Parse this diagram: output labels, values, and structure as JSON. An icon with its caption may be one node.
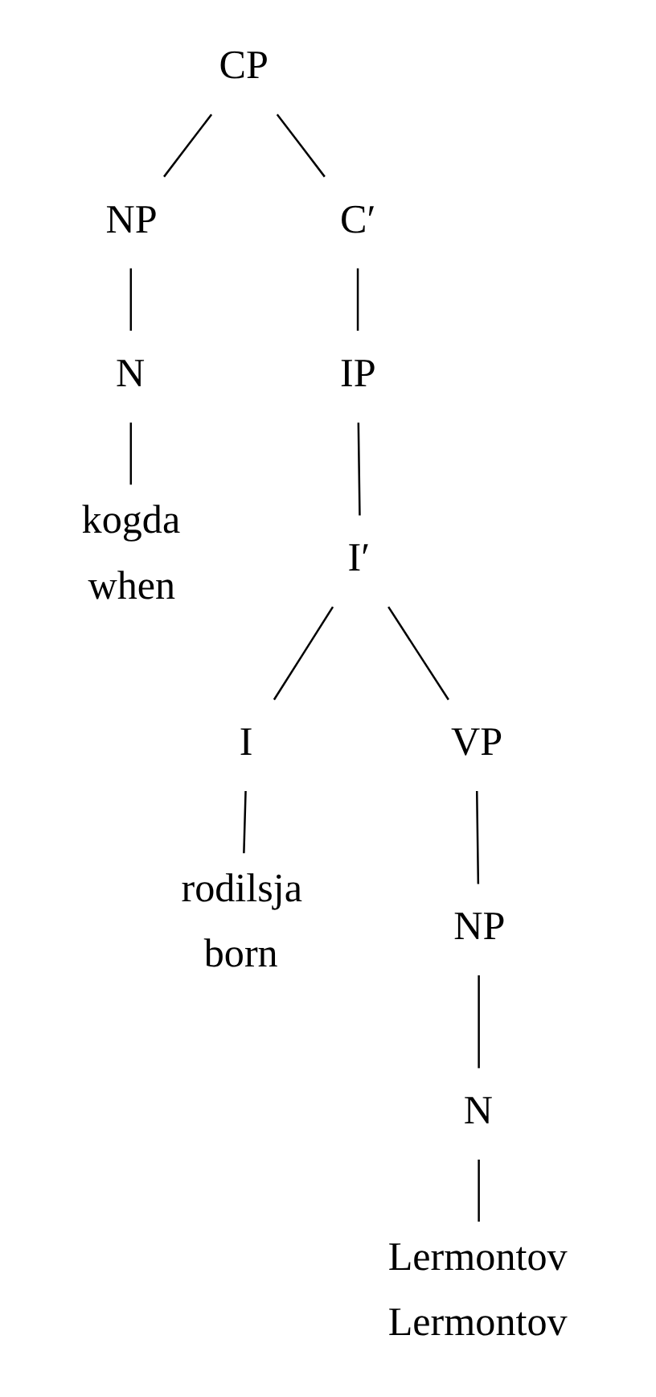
{
  "diagram": {
    "nodes": [
      {
        "text": [
          "CP"
        ]
      },
      {
        "text": [
          "NP"
        ]
      },
      {
        "text": [
          "N"
        ]
      },
      {
        "text": [
          "kogda"
        ],
        "beside": [
          "when"
        ]
      },
      {
        "text": [
          "C′"
        ]
      },
      {
        "text": [
          "IP"
        ]
      },
      {
        "text": [
          "I′"
        ]
      },
      {
        "text": [
          "I"
        ]
      },
      {
        "text": [
          "rodilsja"
        ],
        "beside": [
          "born"
        ]
      },
      {
        "text": [
          "VP"
        ]
      },
      {
        "text": [
          "NP"
        ]
      },
      {
        "text": [
          "N"
        ]
      },
      {
        "text": [
          "Lermontov"
        ],
        "beside": [
          "Lermontov"
        ]
      }
    ],
    "edges": [
      {
        "from": 0,
        "to": 1,
        "arrow": "none"
      },
      {
        "from": 0,
        "to": 4,
        "arrow": "none"
      },
      {
        "from": 1,
        "to": 2,
        "arrow": "none"
      },
      {
        "from": 2,
        "to": 3,
        "arrow": "none"
      },
      {
        "from": 4,
        "to": 5,
        "arrow": "none"
      },
      {
        "from": 5,
        "to": 6,
        "arrow": "none"
      },
      {
        "from": 6,
        "to": 7,
        "arrow": "none"
      },
      {
        "from": 6,
        "to": 9,
        "arrow": "none"
      },
      {
        "from": 7,
        "to": 8,
        "arrow": "none"
      },
      {
        "from": 9,
        "to": 10,
        "arrow": "none"
      },
      {
        "from": 10,
        "to": 11,
        "arrow": "none"
      },
      {
        "from": 11,
        "to": 12,
        "arrow": "none"
      }
    ]
  }
}
